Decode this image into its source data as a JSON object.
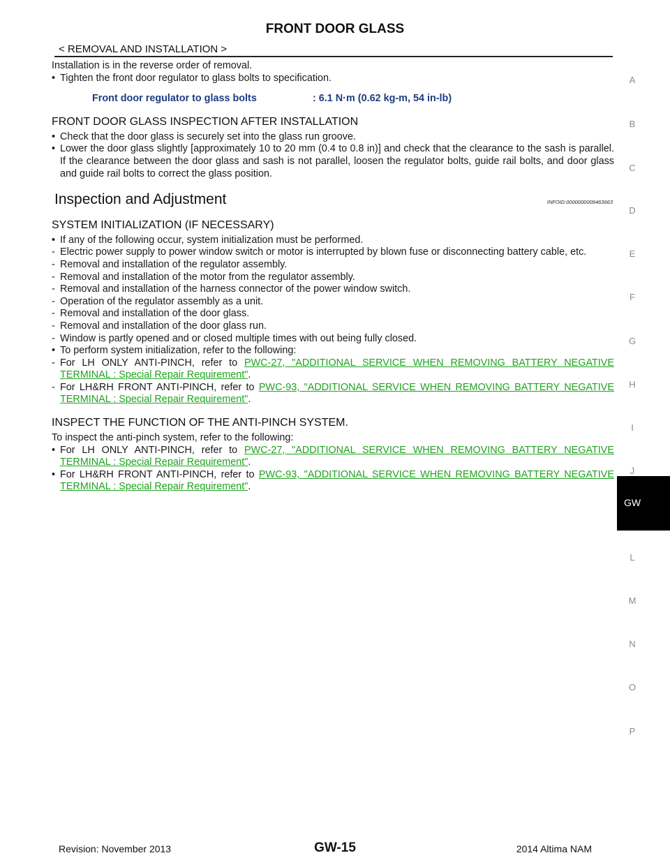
{
  "header": {
    "title": "FRONT DOOR GLASS",
    "section": "< REMOVAL AND INSTALLATION >"
  },
  "installation": {
    "intro": "Installation is in the reverse order of removal.",
    "bullet": "Tighten the front door regulator to glass bolts to specification.",
    "spec_label": "Front door regulator to glass bolts",
    "spec_value": ": 6.1 N·m (0.62 kg-m, 54 in-lb)"
  },
  "inspection_after": {
    "heading": "FRONT DOOR GLASS INSPECTION AFTER INSTALLATION",
    "items": [
      "Check that the door glass is securely set into the glass run groove.",
      "Lower the door glass slightly [approximately 10 to 20 mm (0.4 to 0.8 in)] and check that the clearance to the sash is parallel. If the clearance between the door glass and sash is not parallel, loosen the regulator bolts, guide rail bolts, and door glass and guide rail bolts to correct the glass position."
    ]
  },
  "inspection_adjustment": {
    "heading": "Inspection and Adjustment",
    "infoid": "INFOID:0000000009463663"
  },
  "system_init": {
    "heading": "SYSTEM INITIALIZATION (IF NECESSARY)",
    "intro": "If any of the following occur, system initialization must be performed.",
    "conditions": [
      "Electric power supply to power window switch or motor is interrupted by blown fuse or disconnecting battery cable, etc.",
      "Removal and installation of the regulator assembly.",
      "Removal and installation of the motor from the regulator assembly.",
      "Removal and installation of the harness connector of the power window switch.",
      "Operation of the regulator assembly as a unit.",
      "Removal and installation of the door glass.",
      "Removal and installation of the door glass run.",
      "Window is partly opened and or closed multiple times with out being fully closed."
    ],
    "perform": "To perform system initialization, refer to the following:",
    "lh_prefix": "For LH ONLY ANTI-PINCH, refer to ",
    "lh_link": "PWC-27, \"ADDITIONAL SERVICE WHEN REMOVING BATTERY NEGATIVE TERMINAL : Special Repair Requirement\"",
    "rh_prefix": "For LH&RH FRONT ANTI-PINCH, refer to ",
    "rh_link": "PWC-93, \"ADDITIONAL SERVICE WHEN REMOVING BATTERY NEGATIVE TERMINAL : Special Repair Requirement\"",
    "end": "."
  },
  "anti_pinch": {
    "heading": "INSPECT THE FUNCTION OF THE ANTI-PINCH SYSTEM.",
    "intro": "To inspect the anti-pinch system, refer to the following:",
    "lh_prefix": "For LH ONLY ANTI-PINCH, refer to ",
    "lh_link": "PWC-27, \"ADDITIONAL SERVICE WHEN REMOVING BATTERY NEGATIVE TERMINAL : Special Repair Requirement\"",
    "rh_prefix": "For LH&RH FRONT ANTI-PINCH, refer to ",
    "rh_link": "PWC-93, \"ADDITIONAL SERVICE WHEN REMOVING BATTERY NEGATIVE TERMINAL : Special Repair Requirement\"",
    "end": "."
  },
  "index": {
    "letters": [
      "A",
      "B",
      "C",
      "D",
      "E",
      "F",
      "G",
      "H",
      "I",
      "J",
      "L",
      "M",
      "N",
      "O",
      "P"
    ],
    "active": "GW"
  },
  "footer": {
    "revision": "Revision: November 2013",
    "page": "GW-15",
    "model": "2014 Altima NAM"
  },
  "colors": {
    "link": "#1fa31f",
    "spec": "#1e3d80",
    "tab": "#000000"
  }
}
